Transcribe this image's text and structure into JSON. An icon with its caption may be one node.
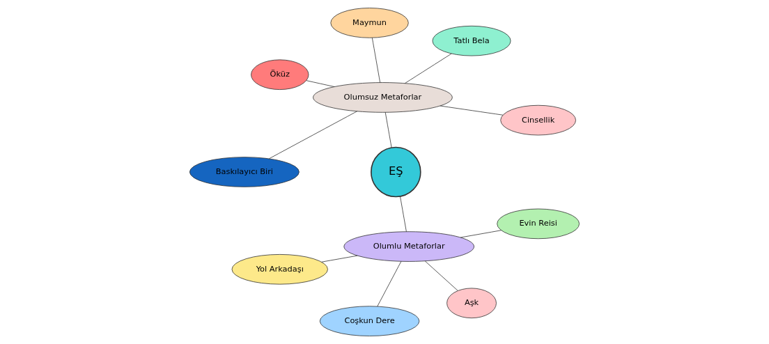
{
  "diagram": {
    "nodes": [
      {
        "text": [
          "EŞ"
        ]
      },
      {
        "text": [
          "Olumsuz Metaforlar"
        ]
      },
      {
        "text": [
          "Olumlu Metaforlar"
        ]
      },
      {
        "text": [
          "Cinsellik"
        ]
      },
      {
        "text": [
          "Tatlı Bela"
        ]
      },
      {
        "text": [
          "Maymun"
        ]
      },
      {
        "text": [
          "Öküz"
        ]
      },
      {
        "text": [
          "Baskılayıcı Biri"
        ]
      },
      {
        "text": [
          "Yol Arkadaşı"
        ]
      },
      {
        "text": [
          "Coşkun Dere"
        ]
      },
      {
        "text": [
          "Aşk"
        ]
      },
      {
        "text": [
          "Evin Reisi"
        ]
      }
    ],
    "edges": [
      {
        "from": 0,
        "to": 1,
        "arrow": "none"
      },
      {
        "from": 0,
        "to": 2,
        "arrow": "none"
      },
      {
        "from": 1,
        "to": 3,
        "arrow": "none"
      },
      {
        "from": 1,
        "to": 4,
        "arrow": "none"
      },
      {
        "from": 1,
        "to": 5,
        "arrow": "none"
      },
      {
        "from": 1,
        "to": 6,
        "arrow": "none"
      },
      {
        "from": 1,
        "to": 7,
        "arrow": "none"
      },
      {
        "from": 2,
        "to": 8,
        "arrow": "none"
      },
      {
        "from": 2,
        "to": 9,
        "arrow": "none"
      },
      {
        "from": 2,
        "to": 10,
        "arrow": "none"
      },
      {
        "from": 2,
        "to": 11,
        "arrow": "none"
      }
    ]
  }
}
